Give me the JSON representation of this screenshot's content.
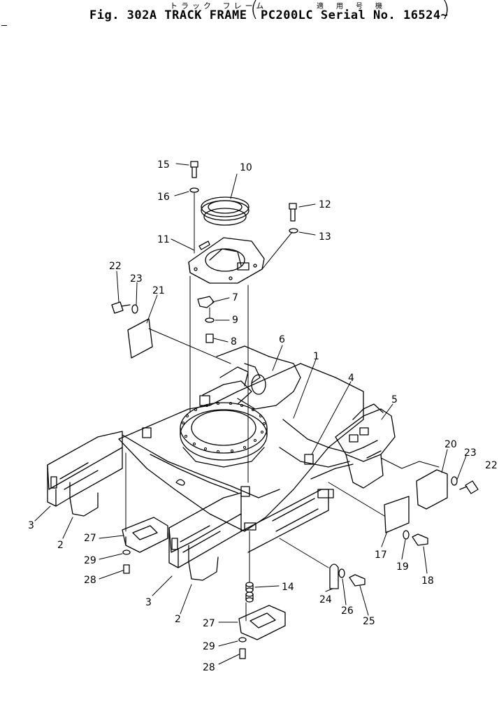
{
  "header": {
    "jp_title": "トラック フレーム",
    "jp_applicable": "適 用 号 機",
    "fig_title": "Fig. 302A   TRACK FRAME",
    "serial": "PC200LC Serial No. 16524~",
    "paren_open": "(",
    "paren_close": ")"
  },
  "callouts": [
    {
      "id": "c15",
      "label": "15"
    },
    {
      "id": "c10",
      "label": "10"
    },
    {
      "id": "c16",
      "label": "16"
    },
    {
      "id": "c12",
      "label": "12"
    },
    {
      "id": "c13",
      "label": "13"
    },
    {
      "id": "c11",
      "label": "11"
    },
    {
      "id": "c22a",
      "label": "22"
    },
    {
      "id": "c23a",
      "label": "23"
    },
    {
      "id": "c21",
      "label": "21"
    },
    {
      "id": "c7",
      "label": "7"
    },
    {
      "id": "c9",
      "label": "9"
    },
    {
      "id": "c8",
      "label": "8"
    },
    {
      "id": "c6",
      "label": "6"
    },
    {
      "id": "c1",
      "label": "1"
    },
    {
      "id": "c4",
      "label": "4"
    },
    {
      "id": "c5",
      "label": "5"
    },
    {
      "id": "c20",
      "label": "20"
    },
    {
      "id": "c23b",
      "label": "23"
    },
    {
      "id": "c22b",
      "label": "22"
    },
    {
      "id": "c3a",
      "label": "3"
    },
    {
      "id": "c2a",
      "label": "2"
    },
    {
      "id": "c27a",
      "label": "27"
    },
    {
      "id": "c29a",
      "label": "29"
    },
    {
      "id": "c28a",
      "label": "28"
    },
    {
      "id": "c17",
      "label": "17"
    },
    {
      "id": "c19",
      "label": "19"
    },
    {
      "id": "c18",
      "label": "18"
    },
    {
      "id": "c14",
      "label": "14"
    },
    {
      "id": "c3b",
      "label": "3"
    },
    {
      "id": "c2b",
      "label": "2"
    },
    {
      "id": "c24",
      "label": "24"
    },
    {
      "id": "c26",
      "label": "26"
    },
    {
      "id": "c25",
      "label": "25"
    },
    {
      "id": "c27b",
      "label": "27"
    },
    {
      "id": "c29b",
      "label": "29"
    },
    {
      "id": "c28b",
      "label": "28"
    }
  ]
}
